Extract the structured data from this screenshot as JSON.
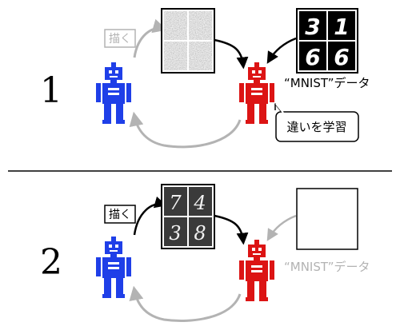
{
  "panel1": {
    "step": "1",
    "draw_tag": "描く",
    "mnist_label": "“MNIST”データ",
    "mnist_digits": [
      "3",
      "1",
      "6",
      "6"
    ],
    "learn_callout": "違いを学習"
  },
  "panel2": {
    "step": "2",
    "draw_tag": "描く",
    "mnist_label": "“MNIST”データ",
    "generated_digits": [
      "7",
      "4",
      "3",
      "8"
    ]
  },
  "colors": {
    "generator_robot": "#1f3fe8",
    "discriminator_robot": "#dc1414",
    "muted_gray": "#b3b3b3",
    "tile_dark": "#3a3a3a"
  }
}
